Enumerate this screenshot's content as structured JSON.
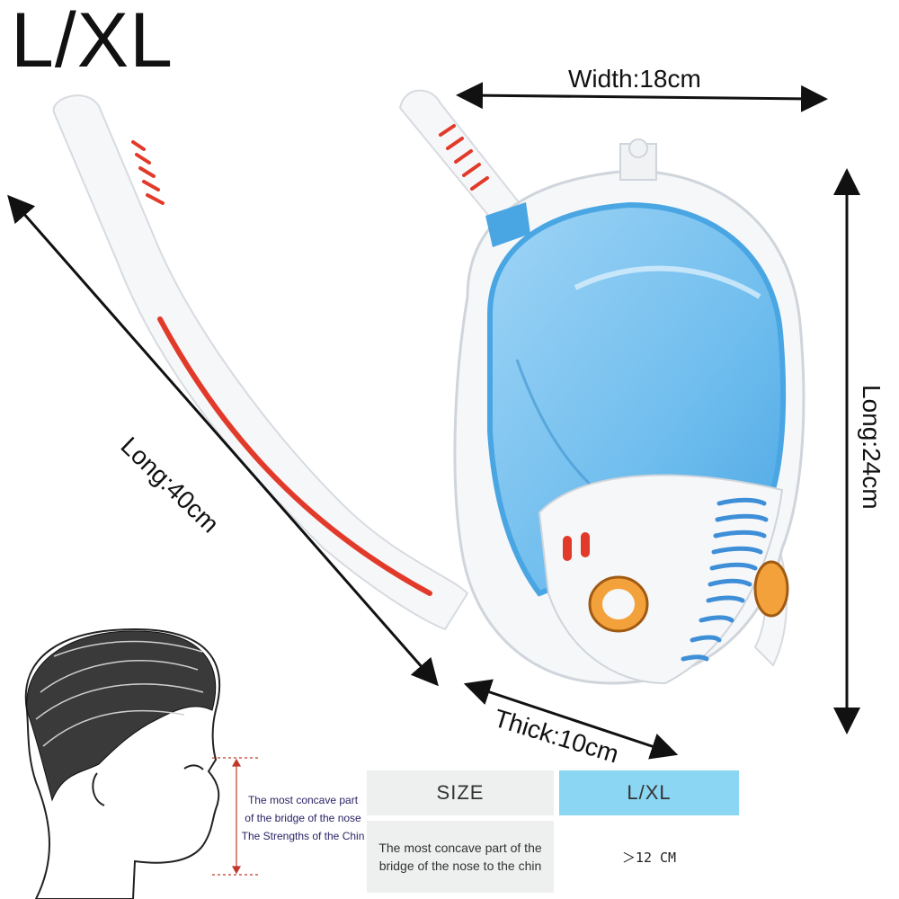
{
  "size_title": "L/XL",
  "dimensions": {
    "width": "Width:18cm",
    "tube_long": "Long:40cm",
    "mask_long": "Long:24cm",
    "thick": "Thick:10cm"
  },
  "face_diagram": {
    "note_line1": "The most concave part",
    "note_line2": "of the bridge of the nose",
    "note_line3": "The Strengths of the Chin"
  },
  "size_table": {
    "header_label": "SIZE",
    "header_value": "L/XL",
    "row_label": "The most concave part of the bridge of the nose to the chin",
    "row_value": "＞12 CM"
  },
  "colors": {
    "mask_blue": "#5fb6ea",
    "mask_white": "#f6f7f9",
    "accent_red": "#e23a2a",
    "table_blue": "#8bd6f3",
    "table_gray": "#eef0f0"
  },
  "icons": [
    "snorkel-mask-illustration",
    "head-profile-illustration",
    "double-arrow-icon"
  ]
}
